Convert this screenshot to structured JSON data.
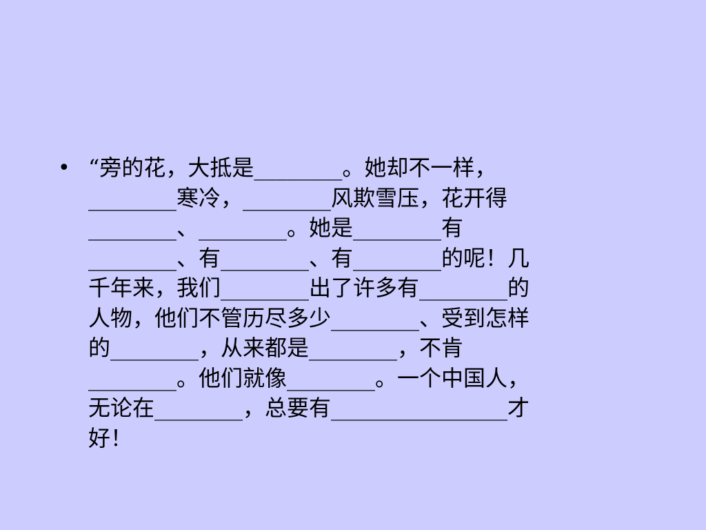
{
  "slide": {
    "background_color": "#ccccff",
    "text_color": "#000000",
    "bullet": {
      "marker": "•",
      "lines": [
        "“旁的花，大抵是________。她却不一样，",
        "________寒冷，________风欺雪压，花开得",
        "________、________。她是________有",
        "________、有________、有________的呢！几",
        "千年来，我们________出了许多有________的",
        "人物，他们不管历尽多少________、受到怎样",
        "的________，从来都是________，不肯",
        "________。他们就像________。一个中国人，",
        "无论在________，总要有________________才",
        "好！"
      ]
    }
  }
}
